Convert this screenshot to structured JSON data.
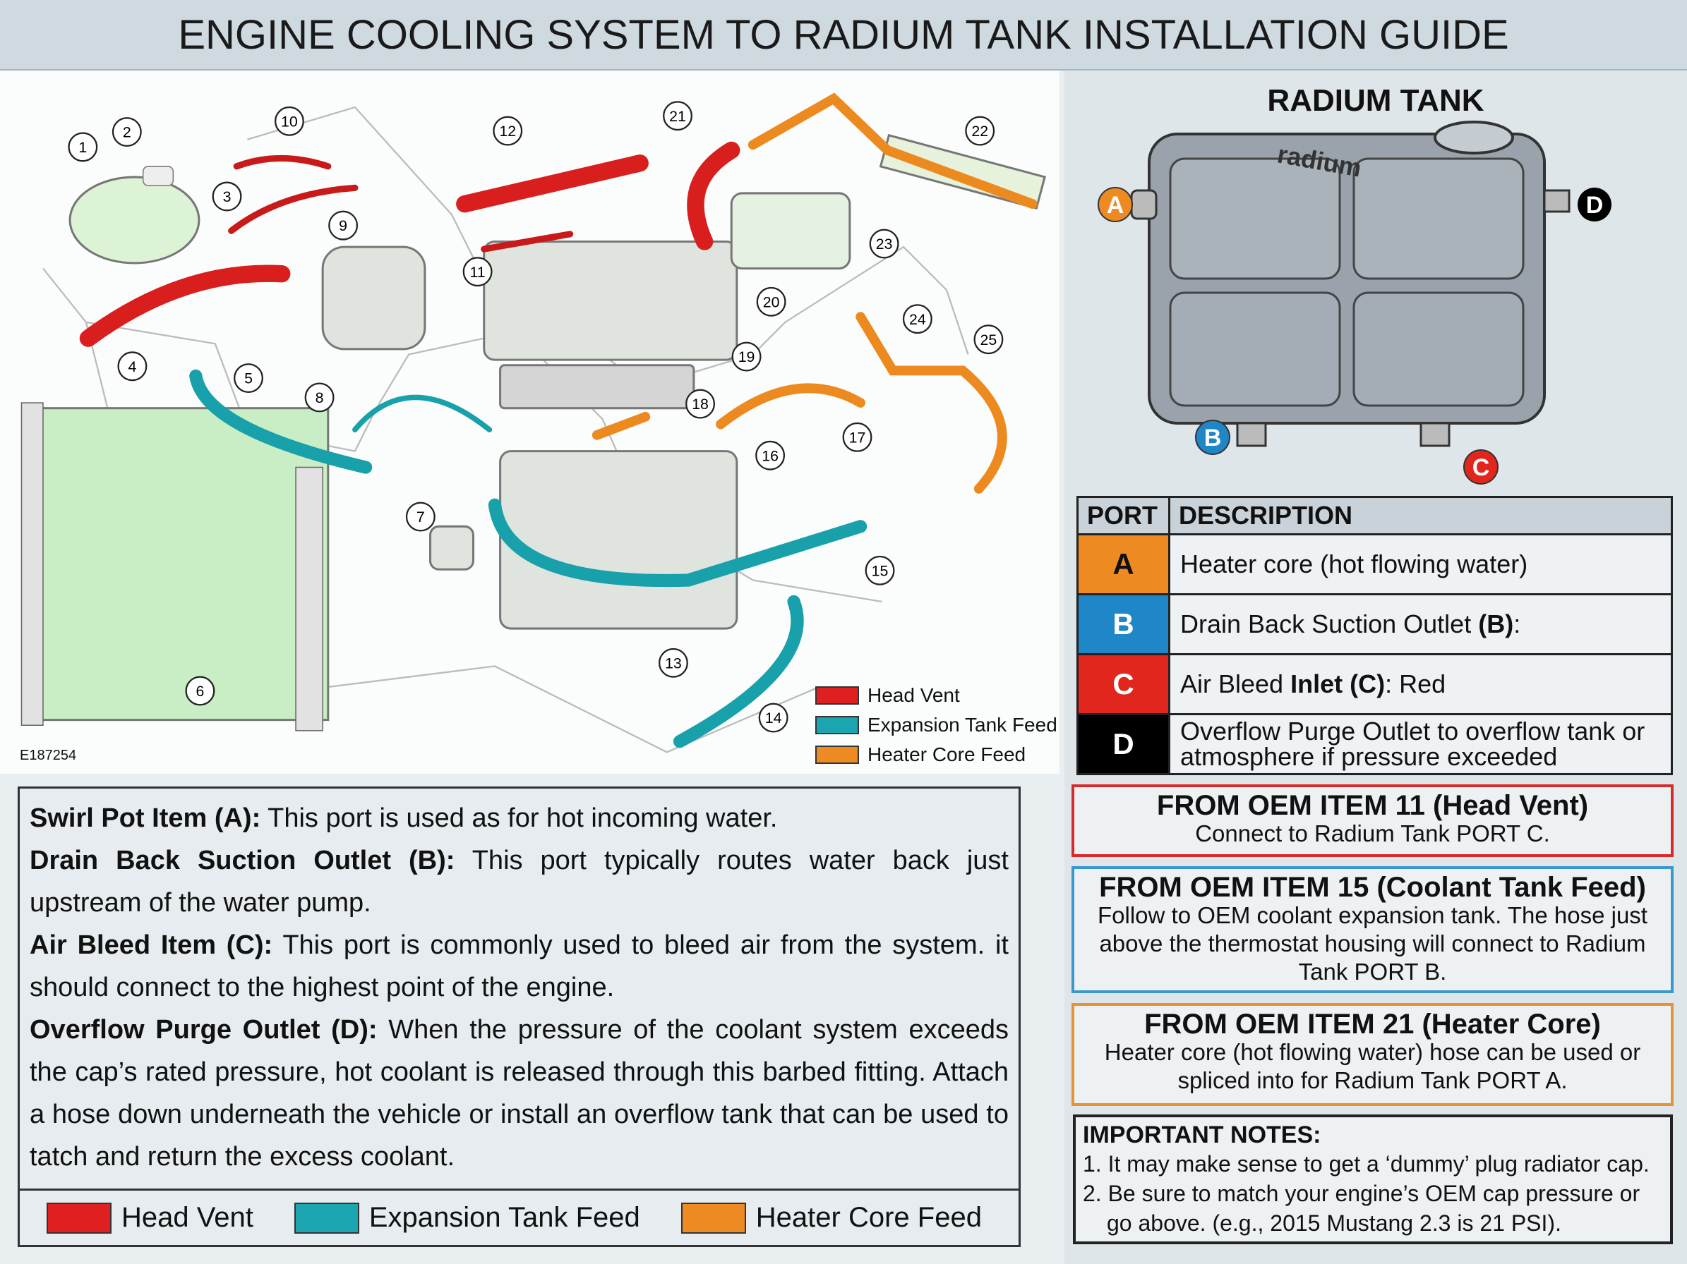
{
  "title": "ENGINE COOLING SYSTEM TO RADIUM TANK INSTALLATION GUIDE",
  "colors": {
    "head_vent": "#e02020",
    "expansion_tank_feed": "#1aa5b0",
    "heater_core_feed": "#ee8a22",
    "port_a": "#ee8a22",
    "port_b": "#1f86c8",
    "port_c": "#e0261d",
    "port_d": "#000000"
  },
  "diagram": {
    "code": "E187254",
    "callouts": [
      "1",
      "2",
      "3",
      "4",
      "5",
      "6",
      "7",
      "8",
      "9",
      "10",
      "11",
      "12",
      "13",
      "14",
      "15",
      "16",
      "17",
      "18",
      "19",
      "20",
      "21",
      "22",
      "23",
      "24",
      "25"
    ],
    "legend": [
      "Head Vent",
      "Expansion Tank Feed",
      "Heater Core Feed"
    ]
  },
  "tank": {
    "title": "RADIUM TANK",
    "logo": "radium",
    "ports": [
      "A",
      "B",
      "C",
      "D"
    ]
  },
  "port_table": {
    "headers": [
      "PORT",
      "DESCRIPTION"
    ],
    "rows": [
      {
        "port": "A",
        "desc": "Heater core (hot flowing water)"
      },
      {
        "port": "B",
        "desc_a": "Drain Back Suction Outlet ",
        "desc_b": "(B)",
        "desc_c": ":"
      },
      {
        "port": "C",
        "desc_a": "Air Bleed ",
        "desc_b": "Inlet (C)",
        "desc_c": ": Red"
      },
      {
        "port": "D",
        "desc": "Overflow Purge Outlet to overflow tank or atmosphere if pressure exceeded"
      }
    ]
  },
  "boxes": [
    {
      "title": "FROM OEM ITEM 11 (Head Vent)",
      "body": "Connect to Radium Tank PORT C."
    },
    {
      "title": "FROM OEM ITEM 15 (Coolant Tank Feed)",
      "body": "Follow to OEM coolant expansion tank. The hose just above the thermostat housing will connect to Radium Tank PORT B."
    },
    {
      "title": "FROM OEM ITEM 21 (Heater Core)",
      "body": "Heater core (hot flowing water) hose can be used or spliced into for Radium Tank PORT A."
    }
  ],
  "notes": {
    "title": "IMPORTANT NOTES:",
    "items": [
      "1. It may make sense to get a ‘dummy’ plug radiator cap.",
      "2. Be sure to match your engine’s OEM cap pressure or go above. (e.g., 2015 Mustang 2.3 is 21 PSI)."
    ]
  },
  "text": {
    "p1_label": "Swirl Pot Item (A):",
    "p1": " This port is used as for hot incoming water.",
    "p2_label": "Drain Back Suction Outlet (B):",
    "p2": " This port typically routes water back just upstream of the water pump.",
    "p3_label": "Air Bleed Item (C):",
    "p3": " This port is commonly used to bleed air from the system. it should connect to the highest point of the engine.",
    "p4_label": "Overflow Purge Outlet (D):",
    "p4": " When the pressure of the coolant system exceeds the cap’s rated pressure, hot coolant is released through this barbed fitting. Attach a hose down underneath the vehicle or install an overflow tank that can be used to tatch and return the excess coolant.",
    "legend": [
      "Head Vent",
      "Expansion Tank Feed",
      "Heater Core Feed"
    ]
  }
}
